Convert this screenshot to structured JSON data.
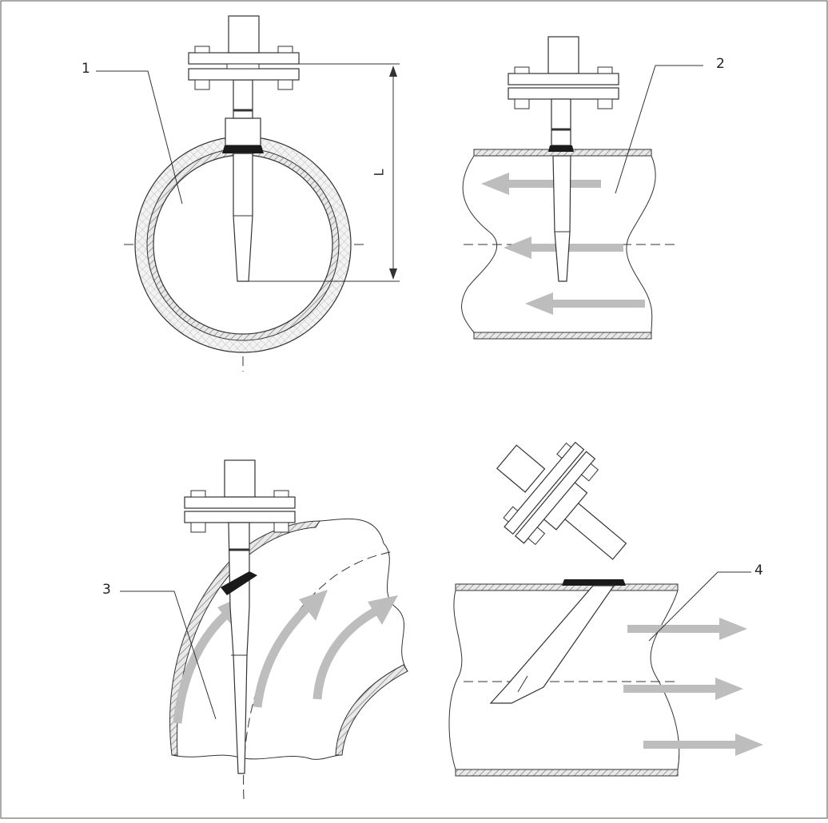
{
  "callouts": {
    "c1": "1",
    "c2": "2",
    "c3": "3",
    "c4": "4"
  },
  "dimension": {
    "length_label": "L"
  },
  "colors": {
    "line": "#2a2a2a",
    "flow_arrow": "#bdbdbd",
    "hatch": "#777777",
    "weld": "#1a1a1a"
  },
  "icons": {
    "flow": "flow-arrow-icon"
  }
}
